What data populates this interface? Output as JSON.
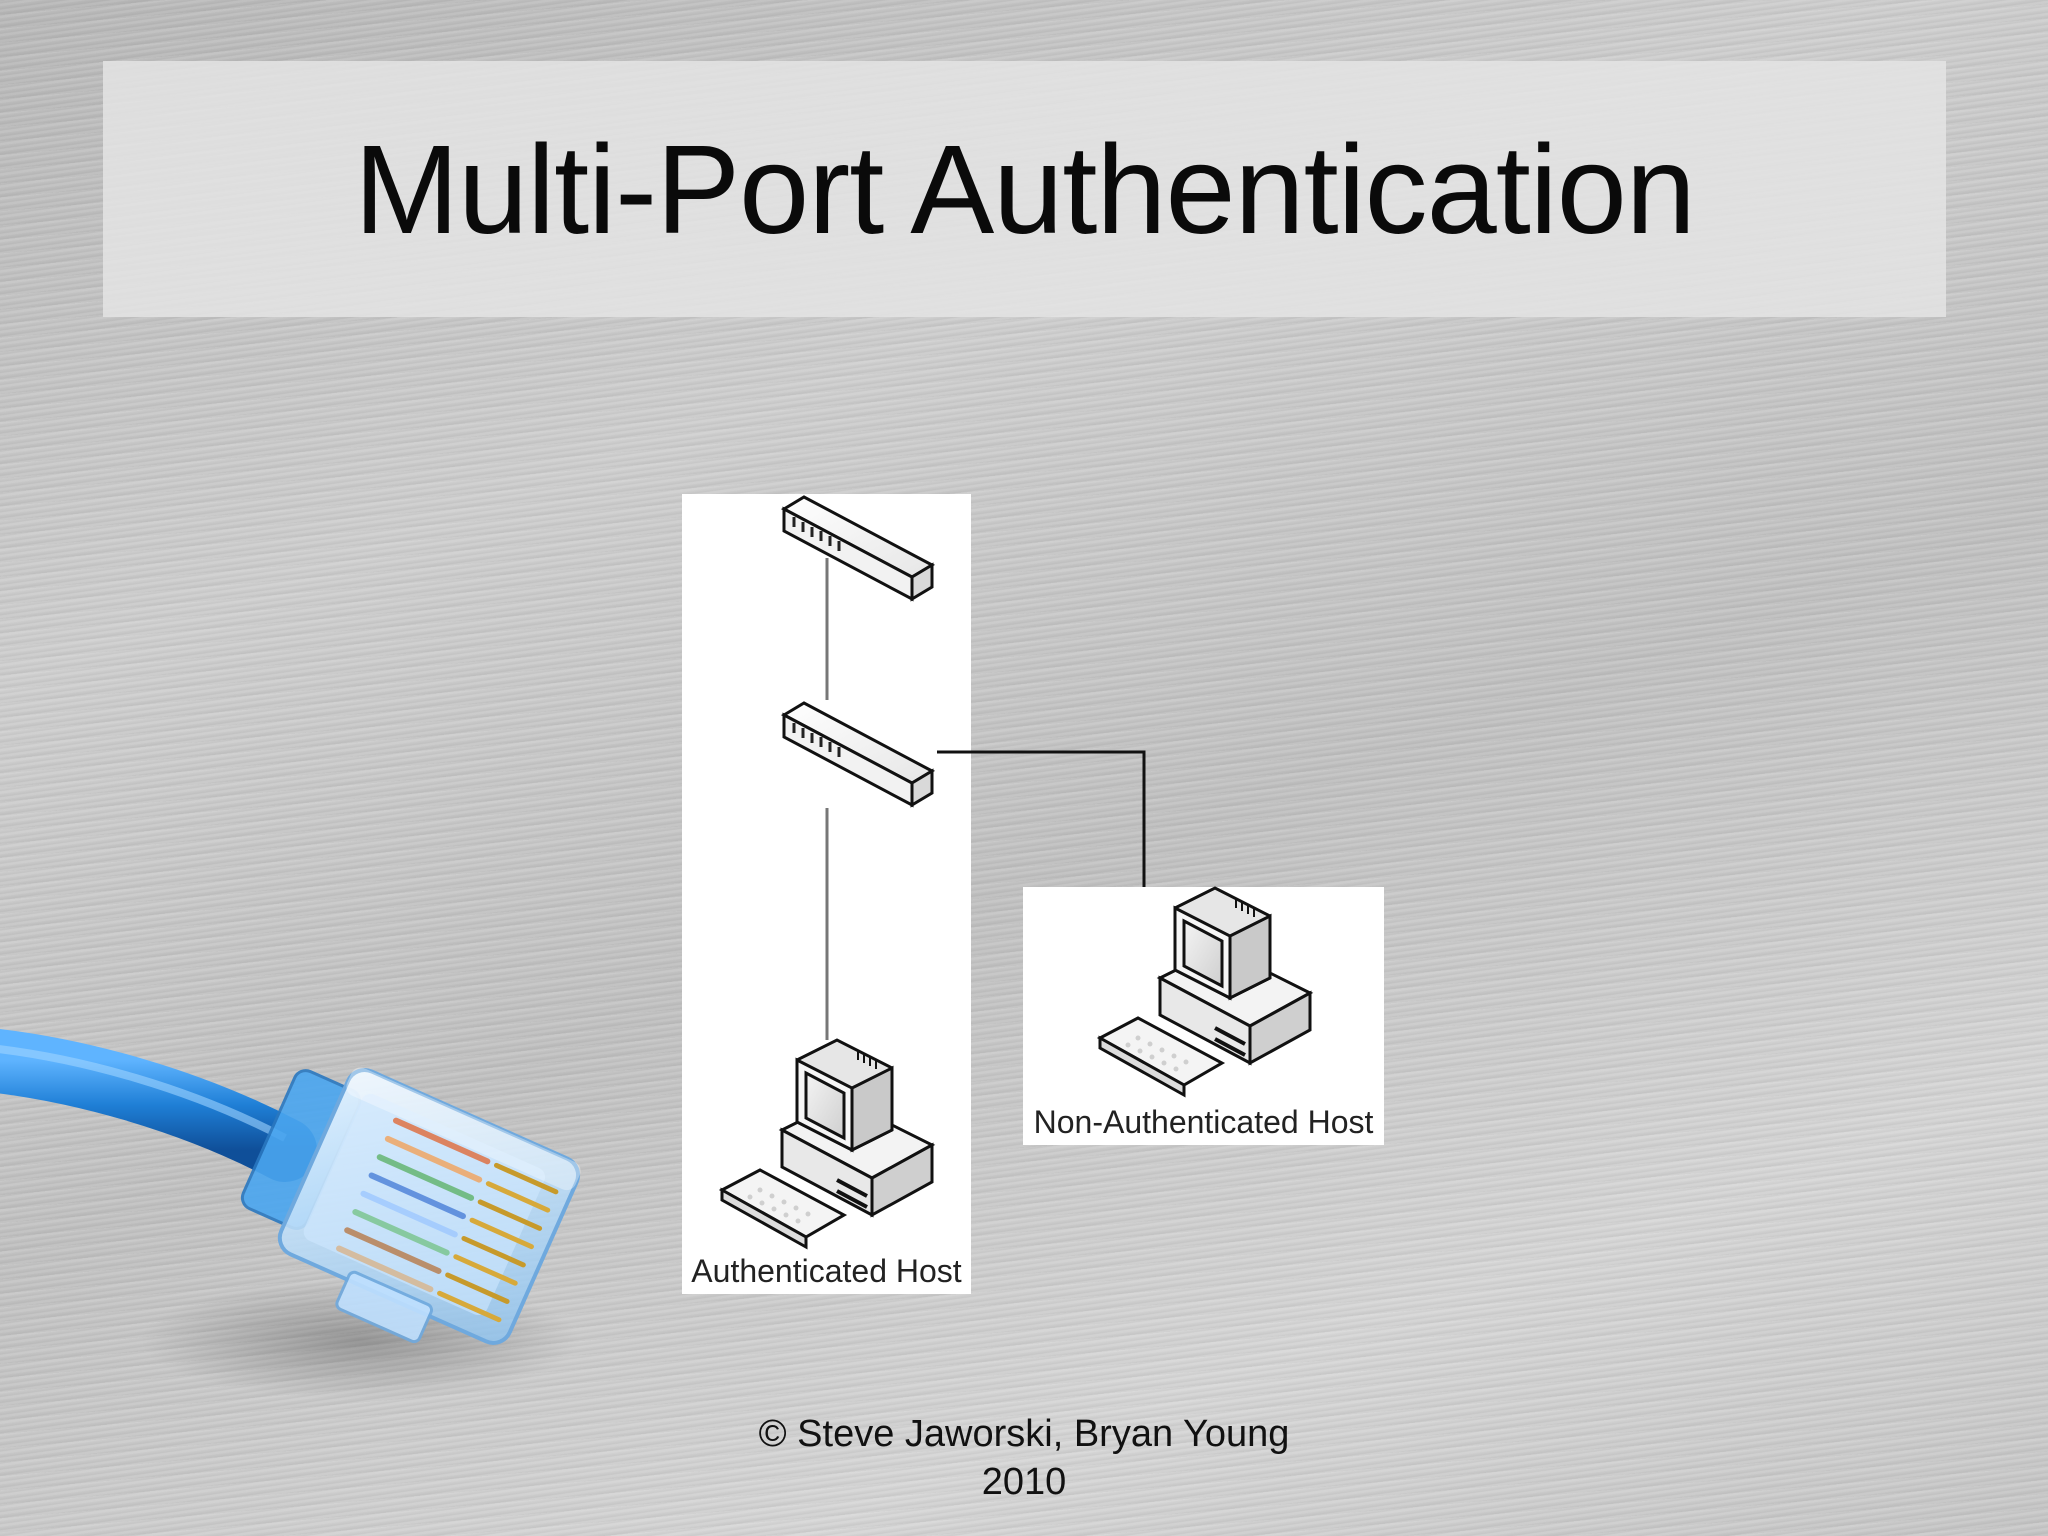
{
  "slide": {
    "title": "Multi-Port Authentication",
    "footer_line1": "© Steve Jaworski, Bryan Young",
    "footer_line2": "2010"
  },
  "diagram": {
    "authenticated_label": "Authenticated Host",
    "non_authenticated_label": "Non-Authenticated Host",
    "nodes": [
      {
        "name": "upstream-switch",
        "icon": "switch-icon"
      },
      {
        "name": "access-switch",
        "icon": "switch-icon"
      },
      {
        "name": "authenticated-host",
        "icon": "computer-icon"
      },
      {
        "name": "non-authenticated-host",
        "icon": "computer-icon"
      }
    ],
    "links": [
      {
        "from": "upstream-switch",
        "to": "access-switch"
      },
      {
        "from": "access-switch",
        "to": "authenticated-host"
      },
      {
        "from": "access-switch",
        "to": "non-authenticated-host"
      }
    ]
  },
  "decoration": {
    "icon": "ethernet-cable-icon",
    "cable_color": "#2a8ce0"
  }
}
